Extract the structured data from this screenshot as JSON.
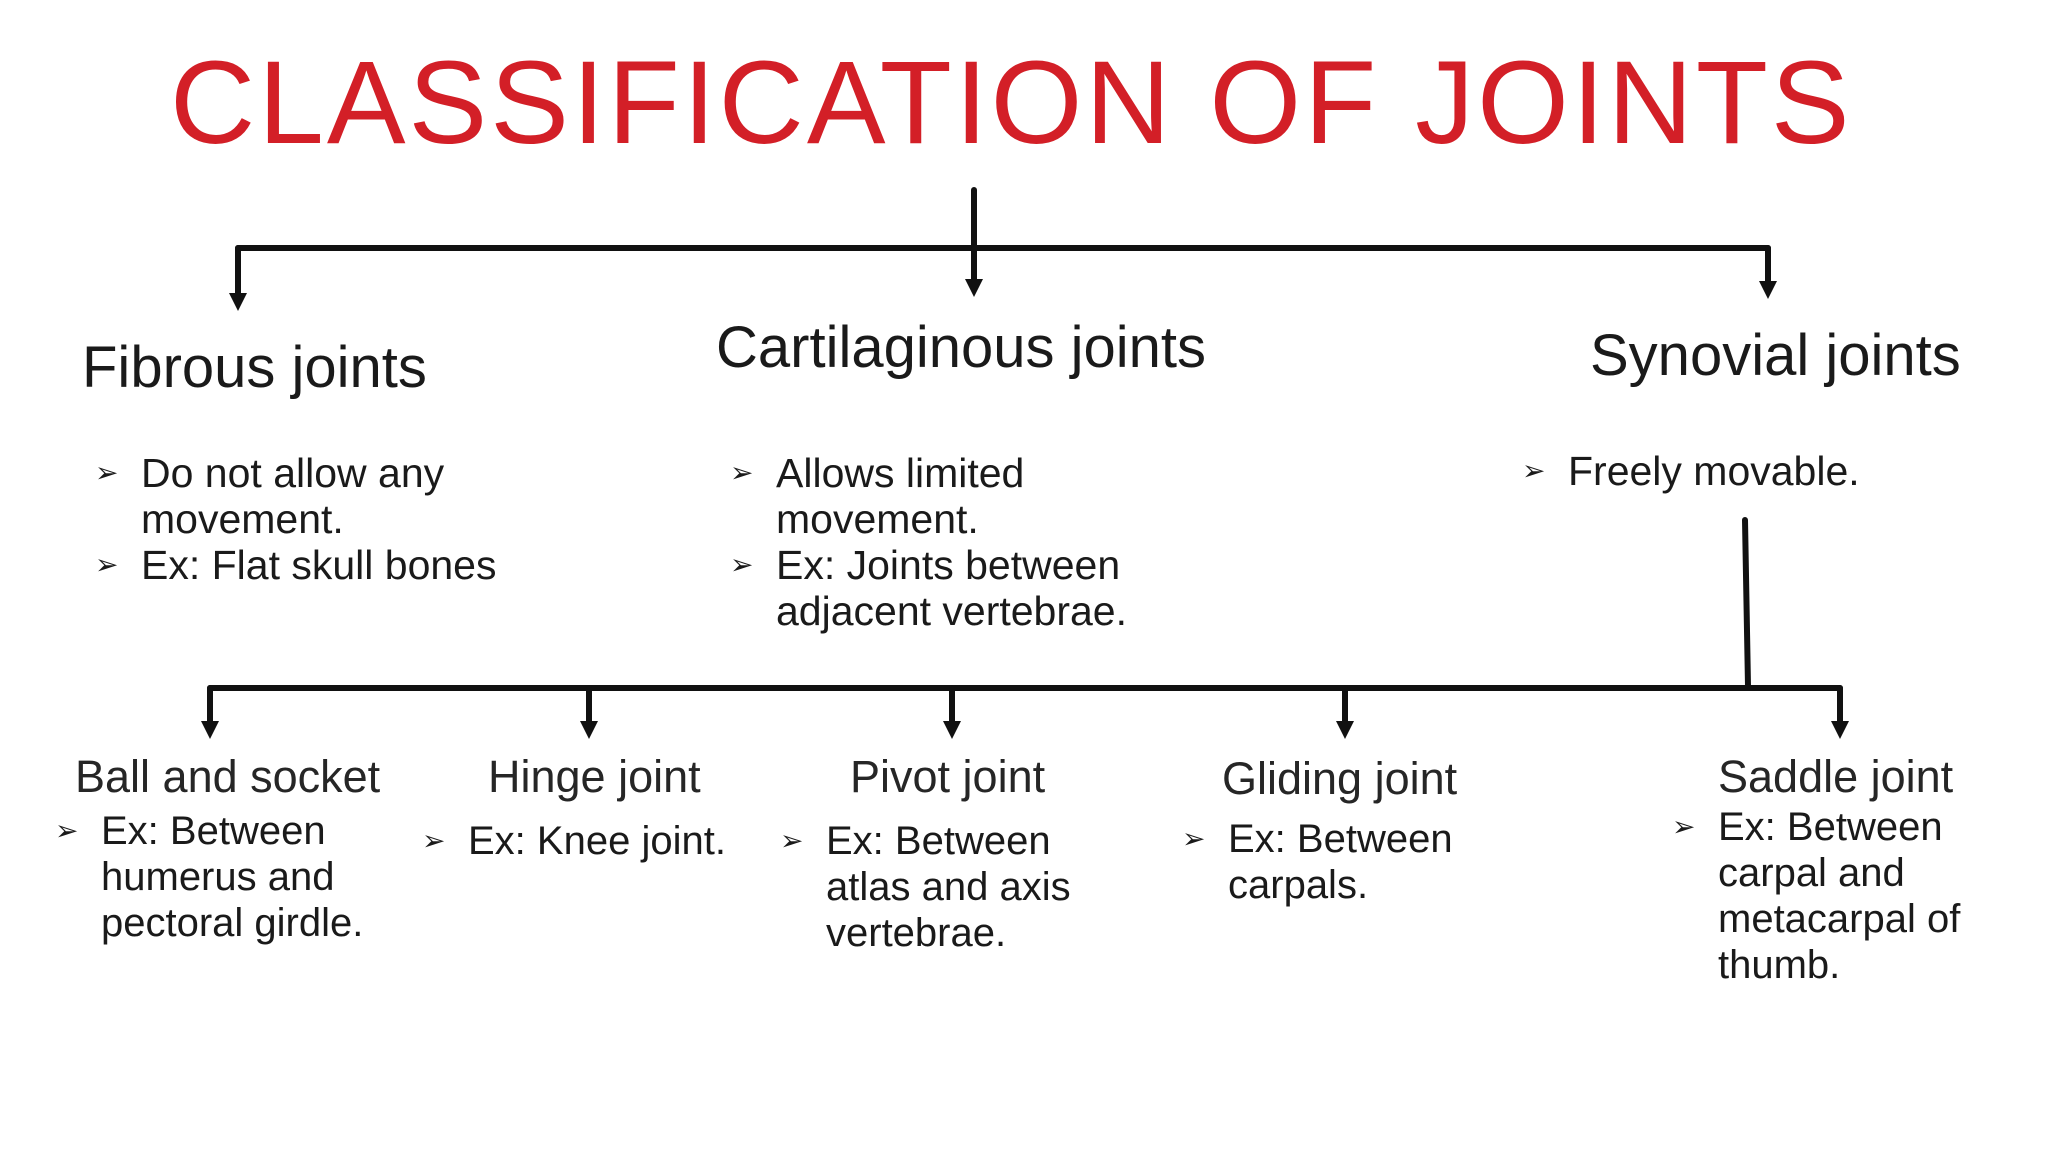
{
  "title": "CLASSIFICATION OF JOINTS",
  "main_types": [
    {
      "heading": "Fibrous joints",
      "bullets": [
        "Do not allow any movement.",
        "Ex: Flat skull bones"
      ]
    },
    {
      "heading": "Cartilaginous joints",
      "bullets": [
        "Allows limited movement.",
        "Ex: Joints between adjacent vertebrae."
      ]
    },
    {
      "heading": "Synovial joints",
      "bullets": [
        "Freely movable."
      ]
    }
  ],
  "synovial_types": [
    {
      "heading": "Ball and socket",
      "bullets": [
        "Ex: Between humerus and pectoral girdle."
      ]
    },
    {
      "heading": "Hinge joint",
      "bullets": [
        "Ex: Knee joint."
      ]
    },
    {
      "heading": "Pivot joint",
      "bullets": [
        "Ex: Between atlas and axis vertebrae."
      ]
    },
    {
      "heading": "Gliding joint",
      "bullets": [
        "Ex: Between carpals."
      ]
    },
    {
      "heading": "Saddle joint",
      "bullets": [
        "Ex: Between carpal and metacarpal of thumb."
      ]
    }
  ],
  "colors": {
    "title": "#d31f27",
    "text": "#1a1a1a",
    "connector": "#111111"
  },
  "icons": {
    "bullet": "arrowhead-bullet-icon",
    "connector_arrow": "down-arrow-icon"
  }
}
